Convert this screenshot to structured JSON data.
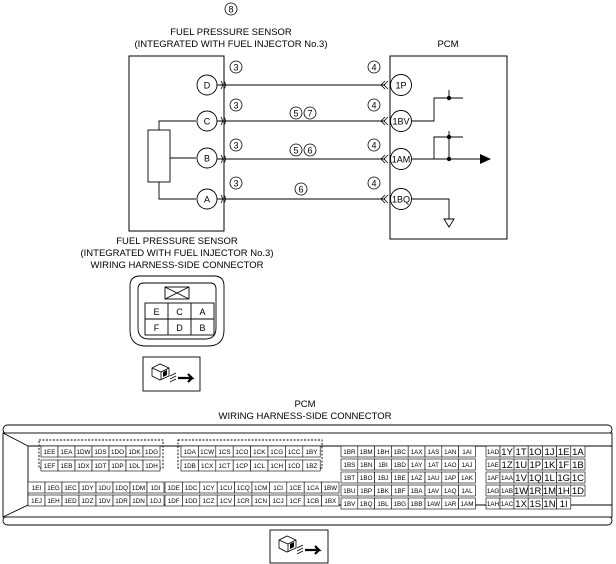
{
  "sensor": {
    "callout": "8",
    "title_line1": "FUEL PRESSURE SENSOR",
    "title_line2": "(INTEGRATED WITH FUEL INJECTOR No.3)",
    "pins": [
      "D",
      "C",
      "B",
      "A"
    ],
    "pin_callouts": [
      "3",
      "3",
      "3",
      "3"
    ]
  },
  "pcm": {
    "title": "PCM",
    "pins": [
      "1P",
      "1BV",
      "1AM",
      "1BQ"
    ],
    "pin_callouts": [
      "4",
      "4",
      "4",
      "4"
    ]
  },
  "wires": [
    {
      "from": "D",
      "to": "1P",
      "callouts": []
    },
    {
      "from": "C",
      "to": "1BV",
      "callouts": [
        "5",
        "7"
      ]
    },
    {
      "from": "B",
      "to": "1AM",
      "callouts": [
        "5",
        "6"
      ]
    },
    {
      "from": "A",
      "to": "1BQ",
      "callouts": [
        "6"
      ]
    }
  ],
  "sensor_connector": {
    "title_line1": "FUEL PRESSURE SENSOR",
    "title_line2": "(INTEGRATED WITH FUEL INJECTOR No.3)",
    "title_line3": "WIRING HARNESS-SIDE CONNECTOR",
    "rows": [
      [
        "E",
        "C",
        "A"
      ],
      [
        "F",
        "D",
        "B"
      ]
    ]
  },
  "pcm_connector": {
    "title_line1": "PCM",
    "title_line2": "WIRING HARNESS-SIDE CONNECTOR",
    "block1": {
      "rows": [
        [
          "1EE",
          "1EA",
          "1DW",
          "1DS",
          "1DO",
          "1DK",
          "1DG"
        ],
        [
          "1EF",
          "1EB",
          "1DX",
          "1DT",
          "1DP",
          "1DL",
          "1DH"
        ],
        [
          "1EI",
          "1EG",
          "1EC",
          "1DY",
          "1DU",
          "1DQ",
          "1DM",
          "1DI"
        ],
        [
          "1EJ",
          "1EH",
          "1ED",
          "1DZ",
          "1DV",
          "1DR",
          "1DN",
          "1DJ"
        ]
      ]
    },
    "block2": {
      "rows": [
        [
          "1DA",
          "1CW",
          "1CS",
          "1CO",
          "1CK",
          "1CG",
          "1CC",
          "1BY"
        ],
        [
          "1DB",
          "1CX",
          "1CT",
          "1CP",
          "1CL",
          "1CH",
          "1CD",
          "1BZ"
        ],
        [
          "1DE",
          "1DC",
          "1CY",
          "1CU",
          "1CQ",
          "1CM",
          "1CI",
          "1CE",
          "1CA",
          "1BW"
        ],
        [
          "1DF",
          "1DD",
          "1CZ",
          "1CV",
          "1CR",
          "1CN",
          "1CJ",
          "1CF",
          "1CB",
          "1BX"
        ]
      ]
    },
    "block3": {
      "rows": [
        [
          "1BR",
          "1BM",
          "1BH",
          "1BC",
          "1AX",
          "1AS",
          "1AN",
          "1AI"
        ],
        [
          "1BS",
          "1BN",
          "1BI",
          "1BD",
          "1AY",
          "1AT",
          "1AO",
          "1AJ"
        ],
        [
          "1BT",
          "1BO",
          "1BJ",
          "1BE",
          "1AZ",
          "1AU",
          "1AP",
          "1AK"
        ],
        [
          "1BU",
          "1BP",
          "1BK",
          "1BF",
          "1BA",
          "1AV",
          "1AQ",
          "1AL"
        ],
        [
          "1BV",
          "1BQ",
          "1BL",
          "1BG",
          "1BB",
          "1AW",
          "1AR",
          "1AM"
        ]
      ]
    },
    "block4": {
      "rows": [
        [
          "1AD",
          "1Y",
          "1T",
          "1O",
          "1J",
          "1E",
          "1A"
        ],
        [
          "1AE",
          "1Z",
          "1U",
          "1P",
          "1K",
          "1F",
          "1B"
        ],
        [
          "1AF",
          "1AA",
          "1V",
          "1Q",
          "1L",
          "1G",
          "1C"
        ],
        [
          "1AG",
          "1AB",
          "1W",
          "1R",
          "1M",
          "1H",
          "1D"
        ],
        [
          "1AH",
          "1AC",
          "1X",
          "1S",
          "1N",
          "1I"
        ]
      ]
    }
  }
}
